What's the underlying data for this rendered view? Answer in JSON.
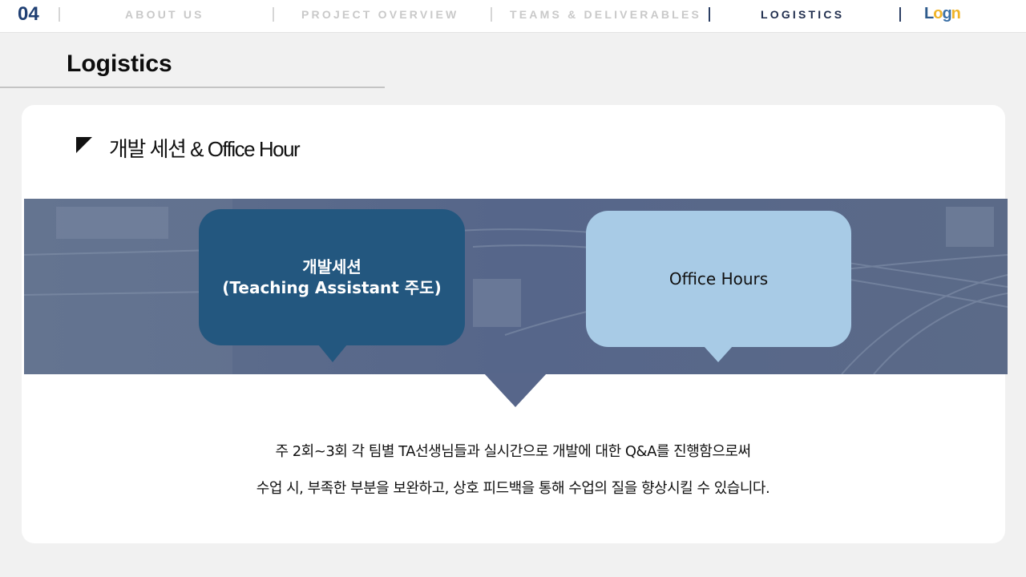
{
  "nav": {
    "page_number": "04",
    "items": [
      {
        "label": "ABOUT US"
      },
      {
        "label": "PROJECT OVERVIEW"
      },
      {
        "label": "TEAMS & DELIVERABLES"
      },
      {
        "label": "LOGISTICS",
        "active": true
      }
    ],
    "login_label": "Login",
    "colors": {
      "page_number": "#1f3f73",
      "active": "#1f2d4d",
      "inactive": "#c9c9c9",
      "logo_gold": "#f0b428",
      "logo_blue": "#2e5b8c"
    }
  },
  "header": {
    "title": "Logistics"
  },
  "section": {
    "title": "개발 세션 & Office Hour",
    "marker_icon": "triangle-corner-icon"
  },
  "bubbles": {
    "dev_line1": "개발세션",
    "dev_line2": "(Teaching Assistant 주도)",
    "office": "Office Hours",
    "colors": {
      "dev": "#23577f",
      "office": "#a8cbe6",
      "banner": "#5a6a88"
    }
  },
  "description": {
    "line1": "주 2회~3회  각 팀별 TA선생님들과  실시간으로  개발에 대한 Q&A를 진행함으로써",
    "line2": "수업 시, 부족한 부분을 보완하고,  상호 피드백을  통해 수업의 질을 향상시킬 수 있습니다."
  }
}
